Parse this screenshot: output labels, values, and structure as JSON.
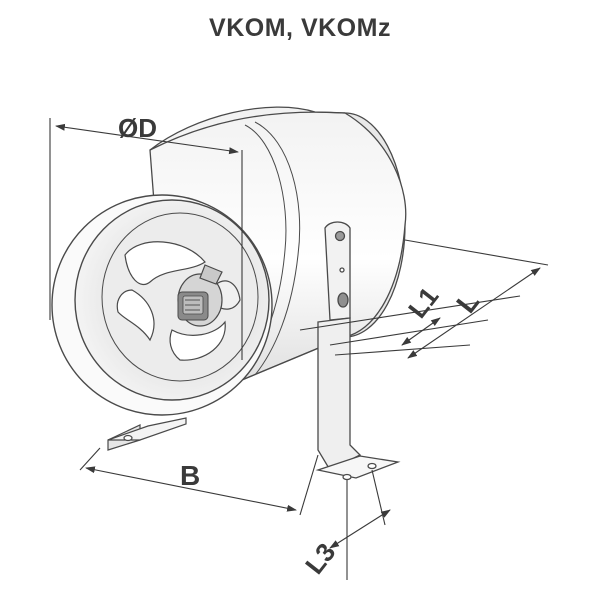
{
  "title": "VKOM, VKOMz",
  "dimensions": {
    "diameter": "ØD",
    "length": "L",
    "length_1": "L1",
    "base": "B",
    "length_3": "L3"
  },
  "colors": {
    "line": "#4a4a4a",
    "fill_light": "#f4f4f4",
    "fill_mid": "#e2e2e2",
    "fill_dark": "#bdbdbd"
  }
}
